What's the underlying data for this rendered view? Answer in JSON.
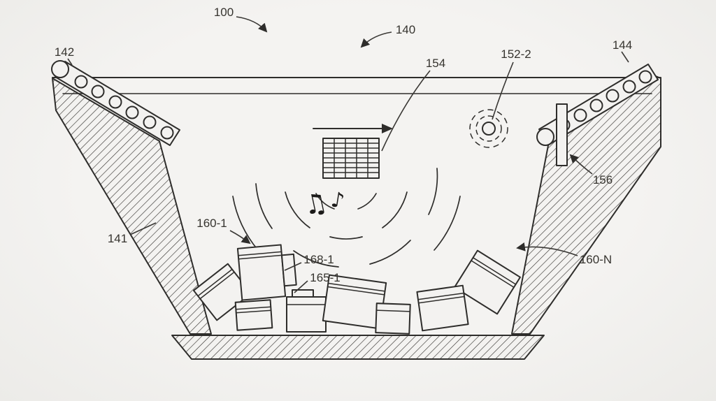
{
  "figure": {
    "colors": {
      "ink": "#2e2d2b",
      "background": "#f3f2f0"
    },
    "labels": {
      "ref_100": "100",
      "ref_140": "140",
      "ref_142": "142",
      "ref_144": "144",
      "ref_152_2": "152-2",
      "ref_154": "154",
      "ref_156": "156",
      "ref_141": "141",
      "ref_160_1": "160-1",
      "ref_168_1": "168-1",
      "ref_165_1": "165-1",
      "ref_160_N": "160-N"
    },
    "icons": {
      "music_note_double": "♫",
      "music_note_single": "♪"
    }
  }
}
